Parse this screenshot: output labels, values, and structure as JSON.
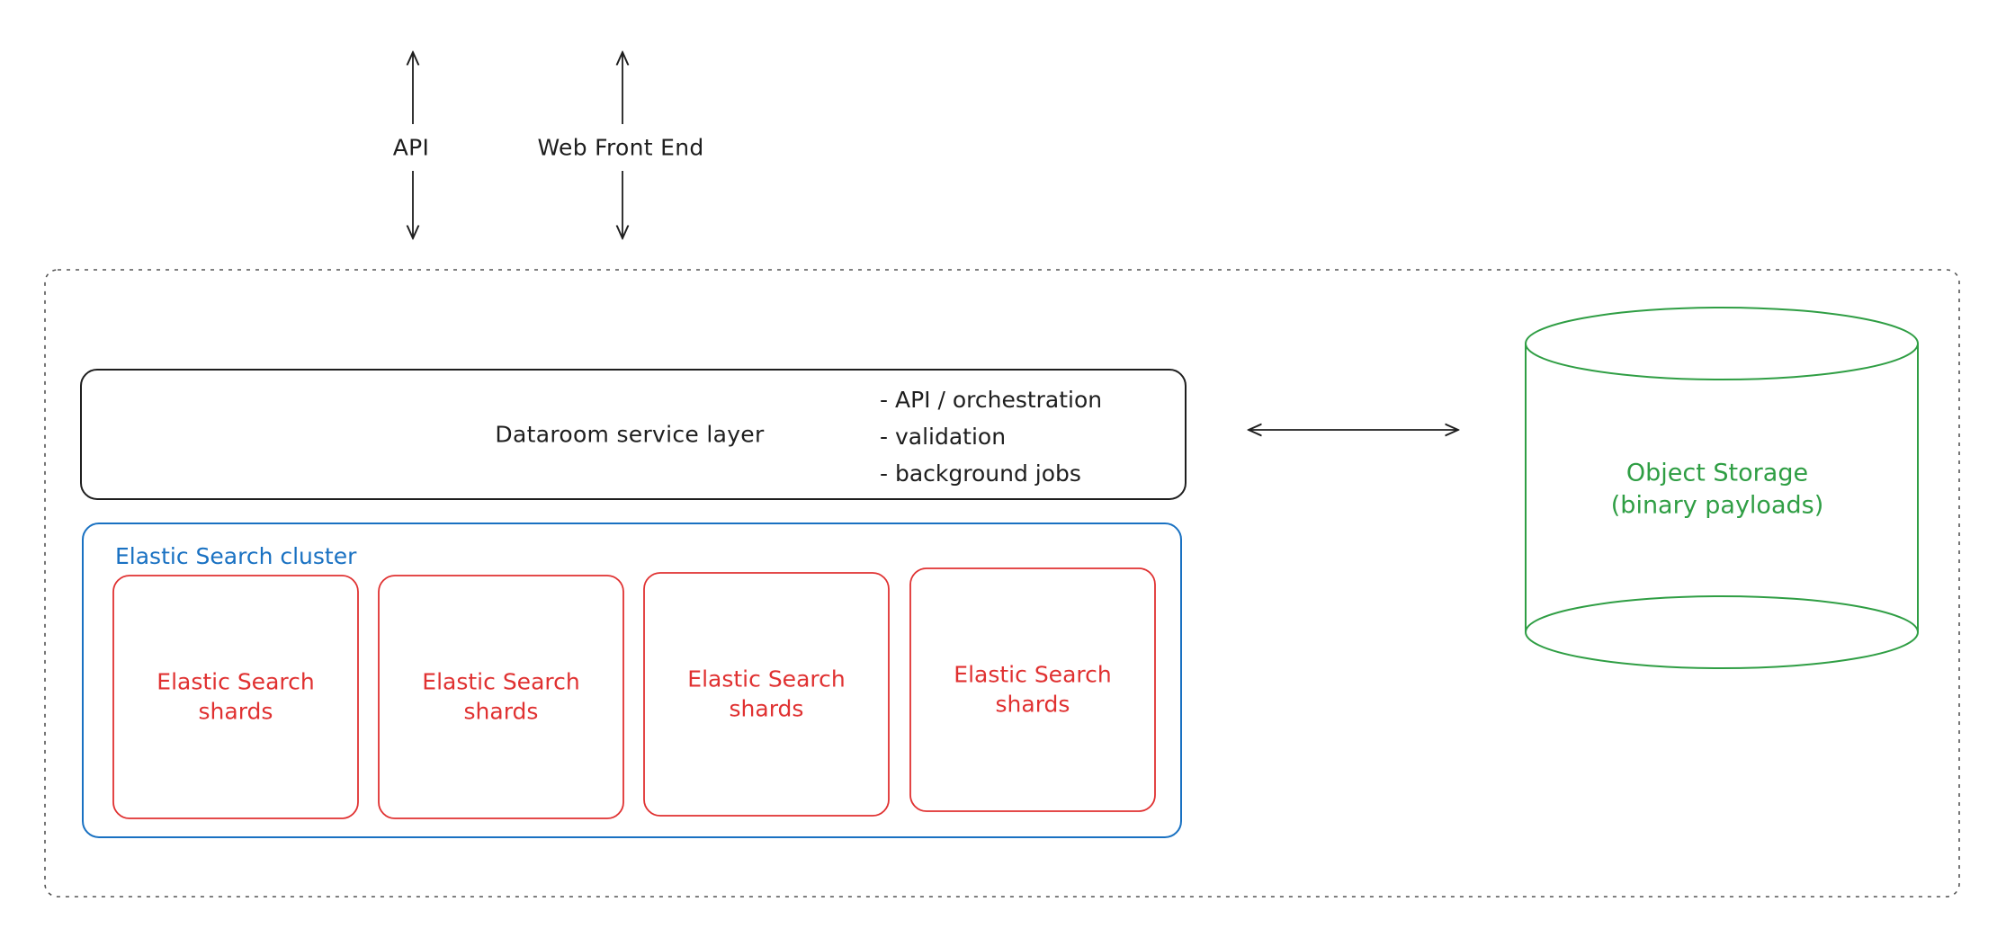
{
  "top_arrows": {
    "api_label": "API",
    "web_label": "Web Front End"
  },
  "service_layer": {
    "title": "Dataroom service layer",
    "bullets": [
      "- API / orchestration",
      "- validation",
      "- background jobs"
    ]
  },
  "es_cluster": {
    "label": "Elastic Search cluster",
    "shards": [
      {
        "line1": "Elastic Search",
        "line2": "shards"
      },
      {
        "line1": "Elastic Search",
        "line2": "shards"
      },
      {
        "line1": "Elastic Search",
        "line2": "shards"
      },
      {
        "line1": "Elastic Search",
        "line2": "shards"
      }
    ]
  },
  "object_storage": {
    "line1": "Object Storage",
    "line2": "(binary payloads)"
  },
  "colors": {
    "ink": "#1e1e1e",
    "cluster_blue": "#1971c2",
    "shard_red": "#e03131",
    "storage_green": "#2f9e44",
    "boundary_gray": "#555555"
  }
}
